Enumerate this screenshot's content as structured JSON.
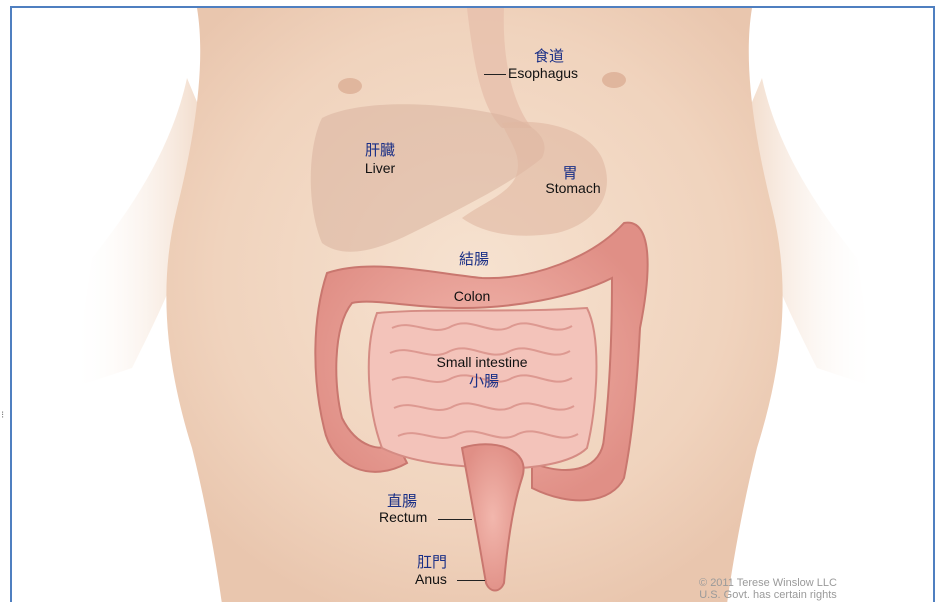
{
  "labels": {
    "esophagus": {
      "jp": "食道",
      "en": "Esophagus"
    },
    "liver": {
      "jp": "肝臓",
      "en": "Liver"
    },
    "stomach": {
      "jp": "胃",
      "en": "Stomach"
    },
    "colon": {
      "jp": "結腸",
      "en": "Colon"
    },
    "small_intestine": {
      "jp": "小腸",
      "en": "Small intestine"
    },
    "rectum": {
      "jp": "直腸",
      "en": "Rectum"
    },
    "anus": {
      "jp": "肛門",
      "en": "Anus"
    }
  },
  "copyright": {
    "line1": "© 2011 Terese Winslow LLC",
    "line2": "U.S. Govt. has certain rights"
  },
  "colors": {
    "frame_border": "#4f7fc0",
    "skin": "#f3d9c4",
    "organ": "#e8a39a",
    "japanese_text": "#1a2f86"
  }
}
